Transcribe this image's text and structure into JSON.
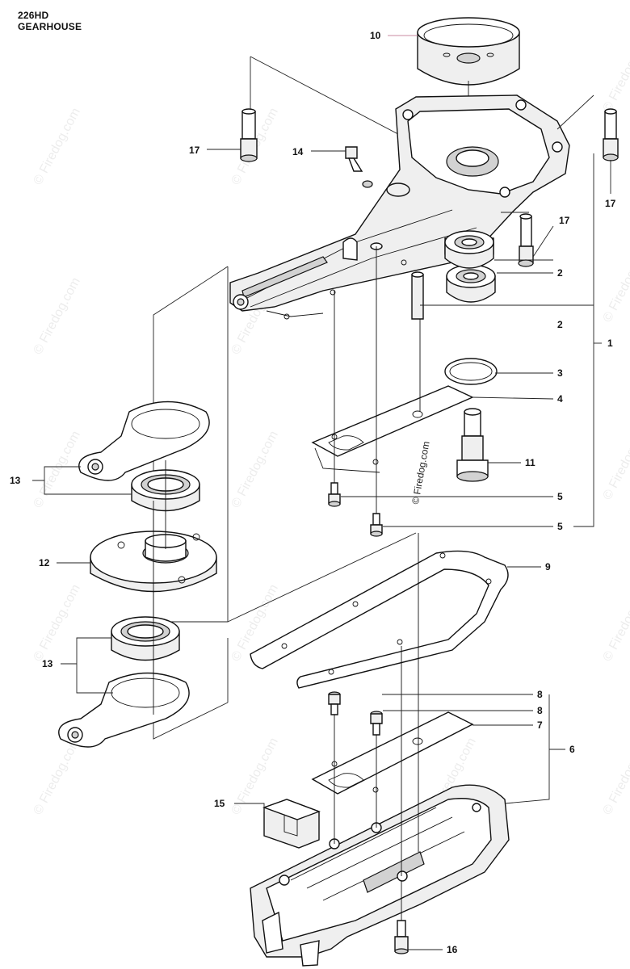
{
  "header": {
    "model": "226HD",
    "section": "GEARHOUSE"
  },
  "callouts": [
    {
      "id": "c10",
      "label": "10"
    },
    {
      "id": "c17a",
      "label": "17"
    },
    {
      "id": "c14",
      "label": "14"
    },
    {
      "id": "c17b",
      "label": "17"
    },
    {
      "id": "c17c",
      "label": "17"
    },
    {
      "id": "c2a",
      "label": "2"
    },
    {
      "id": "c2b",
      "label": "2"
    },
    {
      "id": "c1",
      "label": "1"
    },
    {
      "id": "c3",
      "label": "3"
    },
    {
      "id": "c4",
      "label": "4"
    },
    {
      "id": "c13a",
      "label": "13"
    },
    {
      "id": "c11",
      "label": "11"
    },
    {
      "id": "c5a",
      "label": "5"
    },
    {
      "id": "c5b",
      "label": "5"
    },
    {
      "id": "c12",
      "label": "12"
    },
    {
      "id": "c9",
      "label": "9"
    },
    {
      "id": "c13b",
      "label": "13"
    },
    {
      "id": "c8a",
      "label": "8"
    },
    {
      "id": "c8b",
      "label": "8"
    },
    {
      "id": "c7",
      "label": "7"
    },
    {
      "id": "c6",
      "label": "6"
    },
    {
      "id": "c15",
      "label": "15"
    },
    {
      "id": "c16",
      "label": "16"
    }
  ],
  "watermark": {
    "text": "© Firedog.com"
  },
  "colors": {
    "line": "#111111",
    "callout_leader_10": "#c98aa0"
  }
}
